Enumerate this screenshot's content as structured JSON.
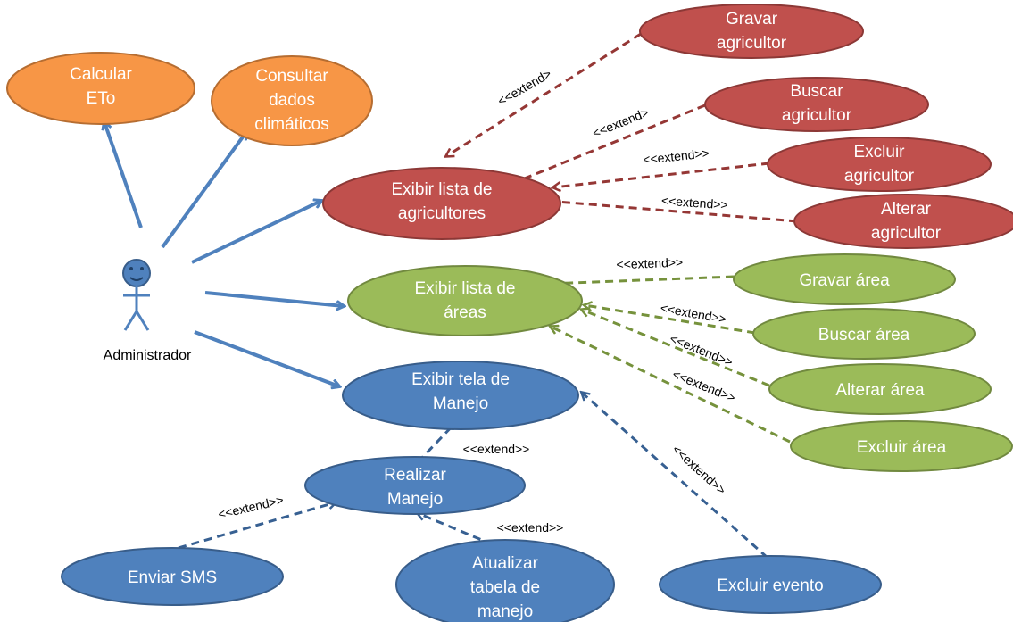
{
  "colors": {
    "orange": "#f79646",
    "orange_stroke": "#b66d31",
    "red": "#c0504d",
    "red_stroke": "#8c3836",
    "green": "#9bbb59",
    "green_stroke": "#71893f",
    "blue": "#4f81bd",
    "blue_stroke": "#385d8a",
    "assoc": "#4f81bd",
    "ext_red": "#953735",
    "ext_green": "#76923c",
    "ext_blue": "#376092"
  },
  "actor": {
    "label": "Administrador"
  },
  "use_cases": {
    "calcular_eto": [
      "Calcular",
      "ETo"
    ],
    "consultar_dados": [
      "Consultar",
      "dados",
      "climáticos"
    ],
    "exibir_agricultores": [
      "Exibir lista de",
      "agricultores"
    ],
    "gravar_agricultor": [
      "Gravar",
      "agricultor"
    ],
    "buscar_agricultor": [
      "Buscar",
      "agricultor"
    ],
    "excluir_agricultor": [
      "Excluir",
      "agricultor"
    ],
    "alterar_agricultor": [
      "Alterar",
      "agricultor"
    ],
    "exibir_areas": [
      "Exibir lista de",
      "áreas"
    ],
    "gravar_area": [
      "Gravar área"
    ],
    "buscar_area": [
      "Buscar área"
    ],
    "alterar_area": [
      "Alterar área"
    ],
    "excluir_area": [
      "Excluir área"
    ],
    "exibir_manejo": [
      "Exibir tela de",
      "Manejo"
    ],
    "realizar_manejo": [
      "Realizar",
      "Manejo"
    ],
    "enviar_sms": [
      "Enviar SMS"
    ],
    "atualizar_tabela": [
      "Atualizar",
      "tabela de",
      "manejo"
    ],
    "excluir_evento": [
      "Excluir evento"
    ]
  },
  "relations": {
    "extend_label": "<<extend>>",
    "extend_label_alt": "<<extend>"
  }
}
